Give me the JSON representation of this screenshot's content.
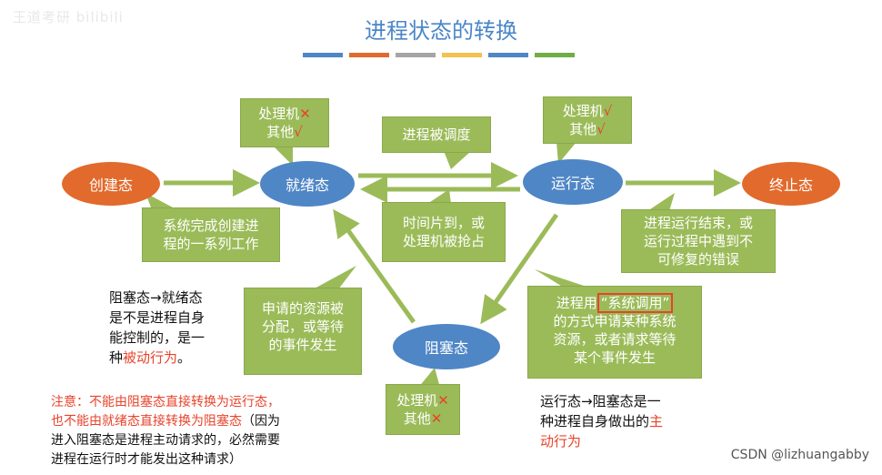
{
  "logo_text": "王道考研 bilibili",
  "title": "进程状态的转换",
  "title_bar_colors": [
    "#4f86c6",
    "#e16a2c",
    "#a5a5a5",
    "#f2c14e",
    "#4f86c6",
    "#70ad47"
  ],
  "states": {
    "create": "创建态",
    "ready": "就绪态",
    "running": "运行态",
    "terminated": "终止态",
    "blocked": "阻塞态"
  },
  "callouts": {
    "ready_res": {
      "line1_prefix": "处理机",
      "line1_mark": "✕",
      "line2_prefix": "其他",
      "line2_mark": "√"
    },
    "running_res": {
      "line1_prefix": "处理机",
      "line1_mark": "√",
      "line2_prefix": "其他",
      "line2_mark": "√"
    },
    "blocked_res": {
      "line1_prefix": "处理机",
      "line1_mark": "✕",
      "line2_prefix": "其他",
      "line2_mark": "✕"
    },
    "scheduled": "进程被调度",
    "create_done": [
      "系统完成创建进",
      "程的一系列工作"
    ],
    "timeslice": [
      "时间片到，或",
      "处理机被抢占"
    ],
    "terminate": [
      "进程运行结束，或",
      "运行过程中遇到不",
      "可修复的错误"
    ],
    "wake": [
      "申请的资源被",
      "分配，或等待",
      "的事件发生"
    ],
    "block": {
      "prefix": "进程用",
      "highlight": "“系统调用”",
      "lines": [
        "的方式申请某种系统",
        "资源，或者请求等待",
        "某个事件发生"
      ]
    }
  },
  "notes": {
    "passive": {
      "l1": "阻塞态→就绪态",
      "l2": "是不是进程自身",
      "l3": "能控制的，是一",
      "l4_prefix": "种",
      "l4_red": "被动行为",
      "l4_suffix": "。"
    },
    "warning": {
      "l1": "注意：不能由阻塞态直接转换为运行态，",
      "l2_red": "也不能由就绪态直接转换为阻塞态",
      "l2_black": "（因为",
      "l3": "进入阻塞态是进程主动请求的，必然需要",
      "l4": "进程在运行时才能发出这种请求）"
    },
    "active": {
      "l1": "运行态→阻塞态是一",
      "l2_prefix": "种进程自身做出的",
      "l2_red": "主",
      "l3_red": "动行为"
    }
  },
  "watermark": "CSDN @lizhuangabby"
}
